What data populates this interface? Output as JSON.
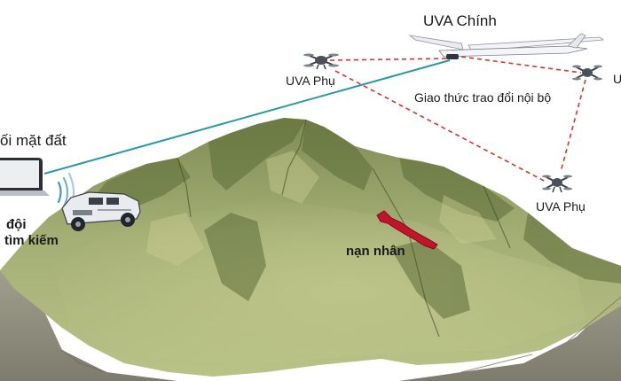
{
  "labels": {
    "main_uav": "UVA Chính",
    "sub_uav_left": "UVA Phụ",
    "sub_uav_right_top": "U",
    "sub_uav_right_bottom": "UVA Phụ",
    "protocol": "Giao thức trao đổi nội bộ",
    "ground_station": "ối mặt đất",
    "team_line1": "đội",
    "team_line2": "tìm kiếm",
    "victim": "nạn nhân"
  },
  "colors": {
    "comm_link": "#2a9aa6",
    "internal_link": "#e0302a",
    "victim": "#c0152a",
    "signal": "#3a8fd0",
    "mountain_dark": "#5a6a35",
    "mountain_light": "#a9b878",
    "shadow": "#8d8b7c"
  },
  "icons": {
    "main_uav": "fixed-wing-drone-icon",
    "sub_uav": "quadcopter-icon",
    "ground_station": "laptop-icon",
    "vehicle": "jeep-icon",
    "signal": "wifi-signal-icon"
  }
}
